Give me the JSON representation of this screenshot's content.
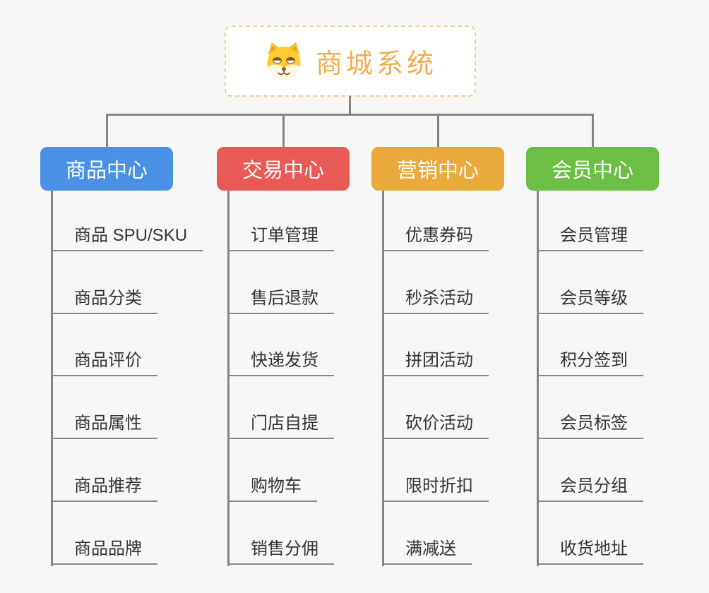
{
  "root": {
    "title": "商城系统",
    "icon": "doge-icon"
  },
  "colors": {
    "background": "#F7F7F7",
    "connector": "#848484",
    "leaf_underline": "#888888",
    "leaf_text": "#333333",
    "root_title": "#F2AE4F",
    "root_border": "#F8CE8C",
    "branch_text": "#FFFFFF"
  },
  "branches": [
    {
      "label": "商品中心",
      "color": "#4A90E5",
      "children": [
        "商品 SPU/SKU",
        "商品分类",
        "商品评价",
        "商品属性",
        "商品推荐",
        "商品品牌"
      ]
    },
    {
      "label": "交易中心",
      "color": "#E75A56",
      "children": [
        "订单管理",
        "售后退款",
        "快递发货",
        "门店自提",
        "购物车",
        "销售分佣"
      ]
    },
    {
      "label": "营销中心",
      "color": "#E9A93C",
      "children": [
        "优惠券码",
        "秒杀活动",
        "拼团活动",
        "砍价活动",
        "限时折扣",
        "满减送"
      ]
    },
    {
      "label": "会员中心",
      "color": "#6CBE44",
      "children": [
        "会员管理",
        "会员等级",
        "积分签到",
        "会员标签",
        "会员分组",
        "收货地址"
      ]
    }
  ]
}
